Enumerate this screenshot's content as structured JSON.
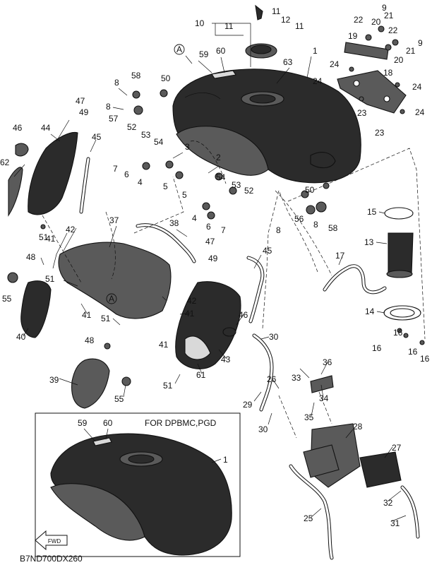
{
  "diagram": {
    "variant_box_label": "FOR DPBMC,PGD",
    "diagram_code": "B7ND700DX260",
    "fwd_label": "FWD",
    "marker_label": "A",
    "colors": {
      "ink": "#111111",
      "tank": "#2b2b2b",
      "panel": "#5a5a5a",
      "background": "#ffffff"
    },
    "callouts": {
      "c1a": "1",
      "c1b": "1",
      "c2": "2",
      "c3": "3",
      "c4a": "4",
      "c4b": "4",
      "c5a": "5",
      "c5b": "5",
      "c6a": "6",
      "c6b": "6",
      "c7a": "7",
      "c7b": "7",
      "c8a": "8",
      "c8b": "8",
      "c8c": "8",
      "c8d": "8",
      "c9a": "9",
      "c9b": "9",
      "c10": "10",
      "c11a": "11",
      "c11b": "11",
      "c11c": "11",
      "c12": "12",
      "c13": "13",
      "c14": "14",
      "c15": "15",
      "c16a": "16",
      "c16b": "16",
      "c16c": "16",
      "c16d": "16",
      "c17": "17",
      "c18": "18",
      "c19": "19",
      "c20a": "20",
      "c20b": "20",
      "c21a": "21",
      "c21b": "21",
      "c22a": "22",
      "c22b": "22",
      "c23a": "23",
      "c23b": "23",
      "c24a": "24",
      "c24b": "24",
      "c24c": "24",
      "c24d": "24",
      "c25": "25",
      "c26": "26",
      "c27": "27",
      "c28": "28",
      "c29": "29",
      "c30a": "30",
      "c30b": "30",
      "c31": "31",
      "c32": "32",
      "c33": "33",
      "c34": "34",
      "c35": "35",
      "c36": "36",
      "c37": "37",
      "c38": "38",
      "c39": "39",
      "c40": "40",
      "c41a": "41",
      "c41b": "41",
      "c41c": "41",
      "c41d": "41",
      "c42a": "42",
      "c42b": "42",
      "c43": "43",
      "c44": "44",
      "c45a": "45",
      "c45b": "45",
      "c46a": "46",
      "c46b": "46",
      "c47a": "47",
      "c47b": "47",
      "c48a": "48",
      "c48b": "48",
      "c49a": "49",
      "c49b": "49",
      "c50a": "50",
      "c50b": "50",
      "c51a": "51",
      "c51b": "51",
      "c51c": "51",
      "c51d": "51",
      "c52a": "52",
      "c52b": "52",
      "c53a": "53",
      "c53b": "53",
      "c54a": "54",
      "c54b": "54",
      "c55a": "55",
      "c55b": "55",
      "c56": "56",
      "c57": "57",
      "c58a": "58",
      "c58b": "58",
      "c59a": "59",
      "c59b": "59",
      "c60a": "60",
      "c60b": "60",
      "c61": "61",
      "c62": "62",
      "c63": "63"
    }
  }
}
